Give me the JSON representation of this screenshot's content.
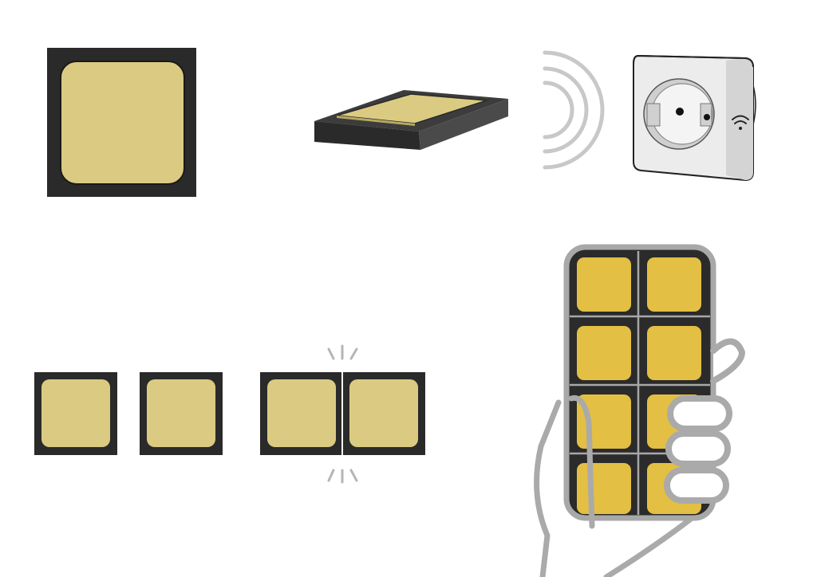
{
  "figure": {
    "panels": [
      {
        "id": "single-tile-front",
        "icon": "square-button-tile-icon"
      },
      {
        "id": "tile-3d-angled",
        "icon": "flat-tile-perspective-icon"
      },
      {
        "id": "wireless-signal",
        "icon": "radio-waves-icon"
      },
      {
        "id": "smart-plug",
        "icon": "wifi-socket-plug-icon"
      },
      {
        "id": "tiles-separate",
        "icon": "two-separate-tiles-icon"
      },
      {
        "id": "tiles-snapped",
        "icon": "two-joined-tiles-snap-icon"
      },
      {
        "id": "hand-held-pad",
        "icon": "hand-holding-8-button-pad-icon"
      }
    ],
    "colors": {
      "frame": "#2a2a2a",
      "tile_beige": "#dbcb82",
      "tile_yellow": "#e3bf43",
      "plug_white": "#ececec",
      "outline_grey": "#aaaaaa",
      "wave_grey": "#c8c8c8"
    }
  }
}
